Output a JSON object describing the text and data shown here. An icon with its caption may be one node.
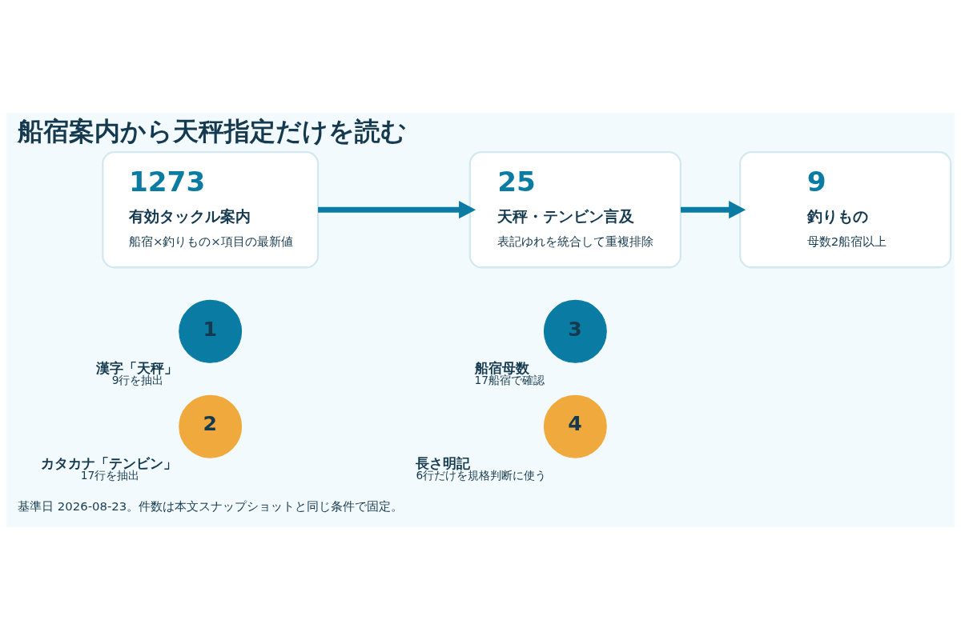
{
  "diagram": {
    "title": "船宿案内から天秤指定だけを読む",
    "caption": "基準日 2026-08-23。件数は本文スナップショットと同じ条件で固定。",
    "nodes": [
      {
        "text": [
          "1273",
          "有効タックル案内",
          "船宿×釣りもの×項目の最新値"
        ]
      },
      {
        "text": [
          "25",
          "天秤・テンビン言及",
          "表記ゆれを統合して重複排除"
        ]
      },
      {
        "text": [
          "9",
          "釣りもの",
          "母数2船宿以上"
        ]
      },
      {
        "text": [
          "1"
        ],
        "beside": [
          "漢字「天秤」",
          "9行を抽出"
        ]
      },
      {
        "text": [
          "2"
        ],
        "beside": [
          "カタカナ「テンビン」",
          "17行を抽出"
        ]
      },
      {
        "text": [
          "3"
        ],
        "beside": [
          "船宿母数",
          "17船宿で確認"
        ]
      },
      {
        "text": [
          "4"
        ],
        "beside": [
          "長さ明記",
          "6行だけを規格判断に使う"
        ]
      }
    ],
    "edges": [
      {
        "from": 0,
        "to": 1,
        "arrow": "to"
      },
      {
        "from": 1,
        "to": 2,
        "arrow": "to"
      }
    ]
  }
}
